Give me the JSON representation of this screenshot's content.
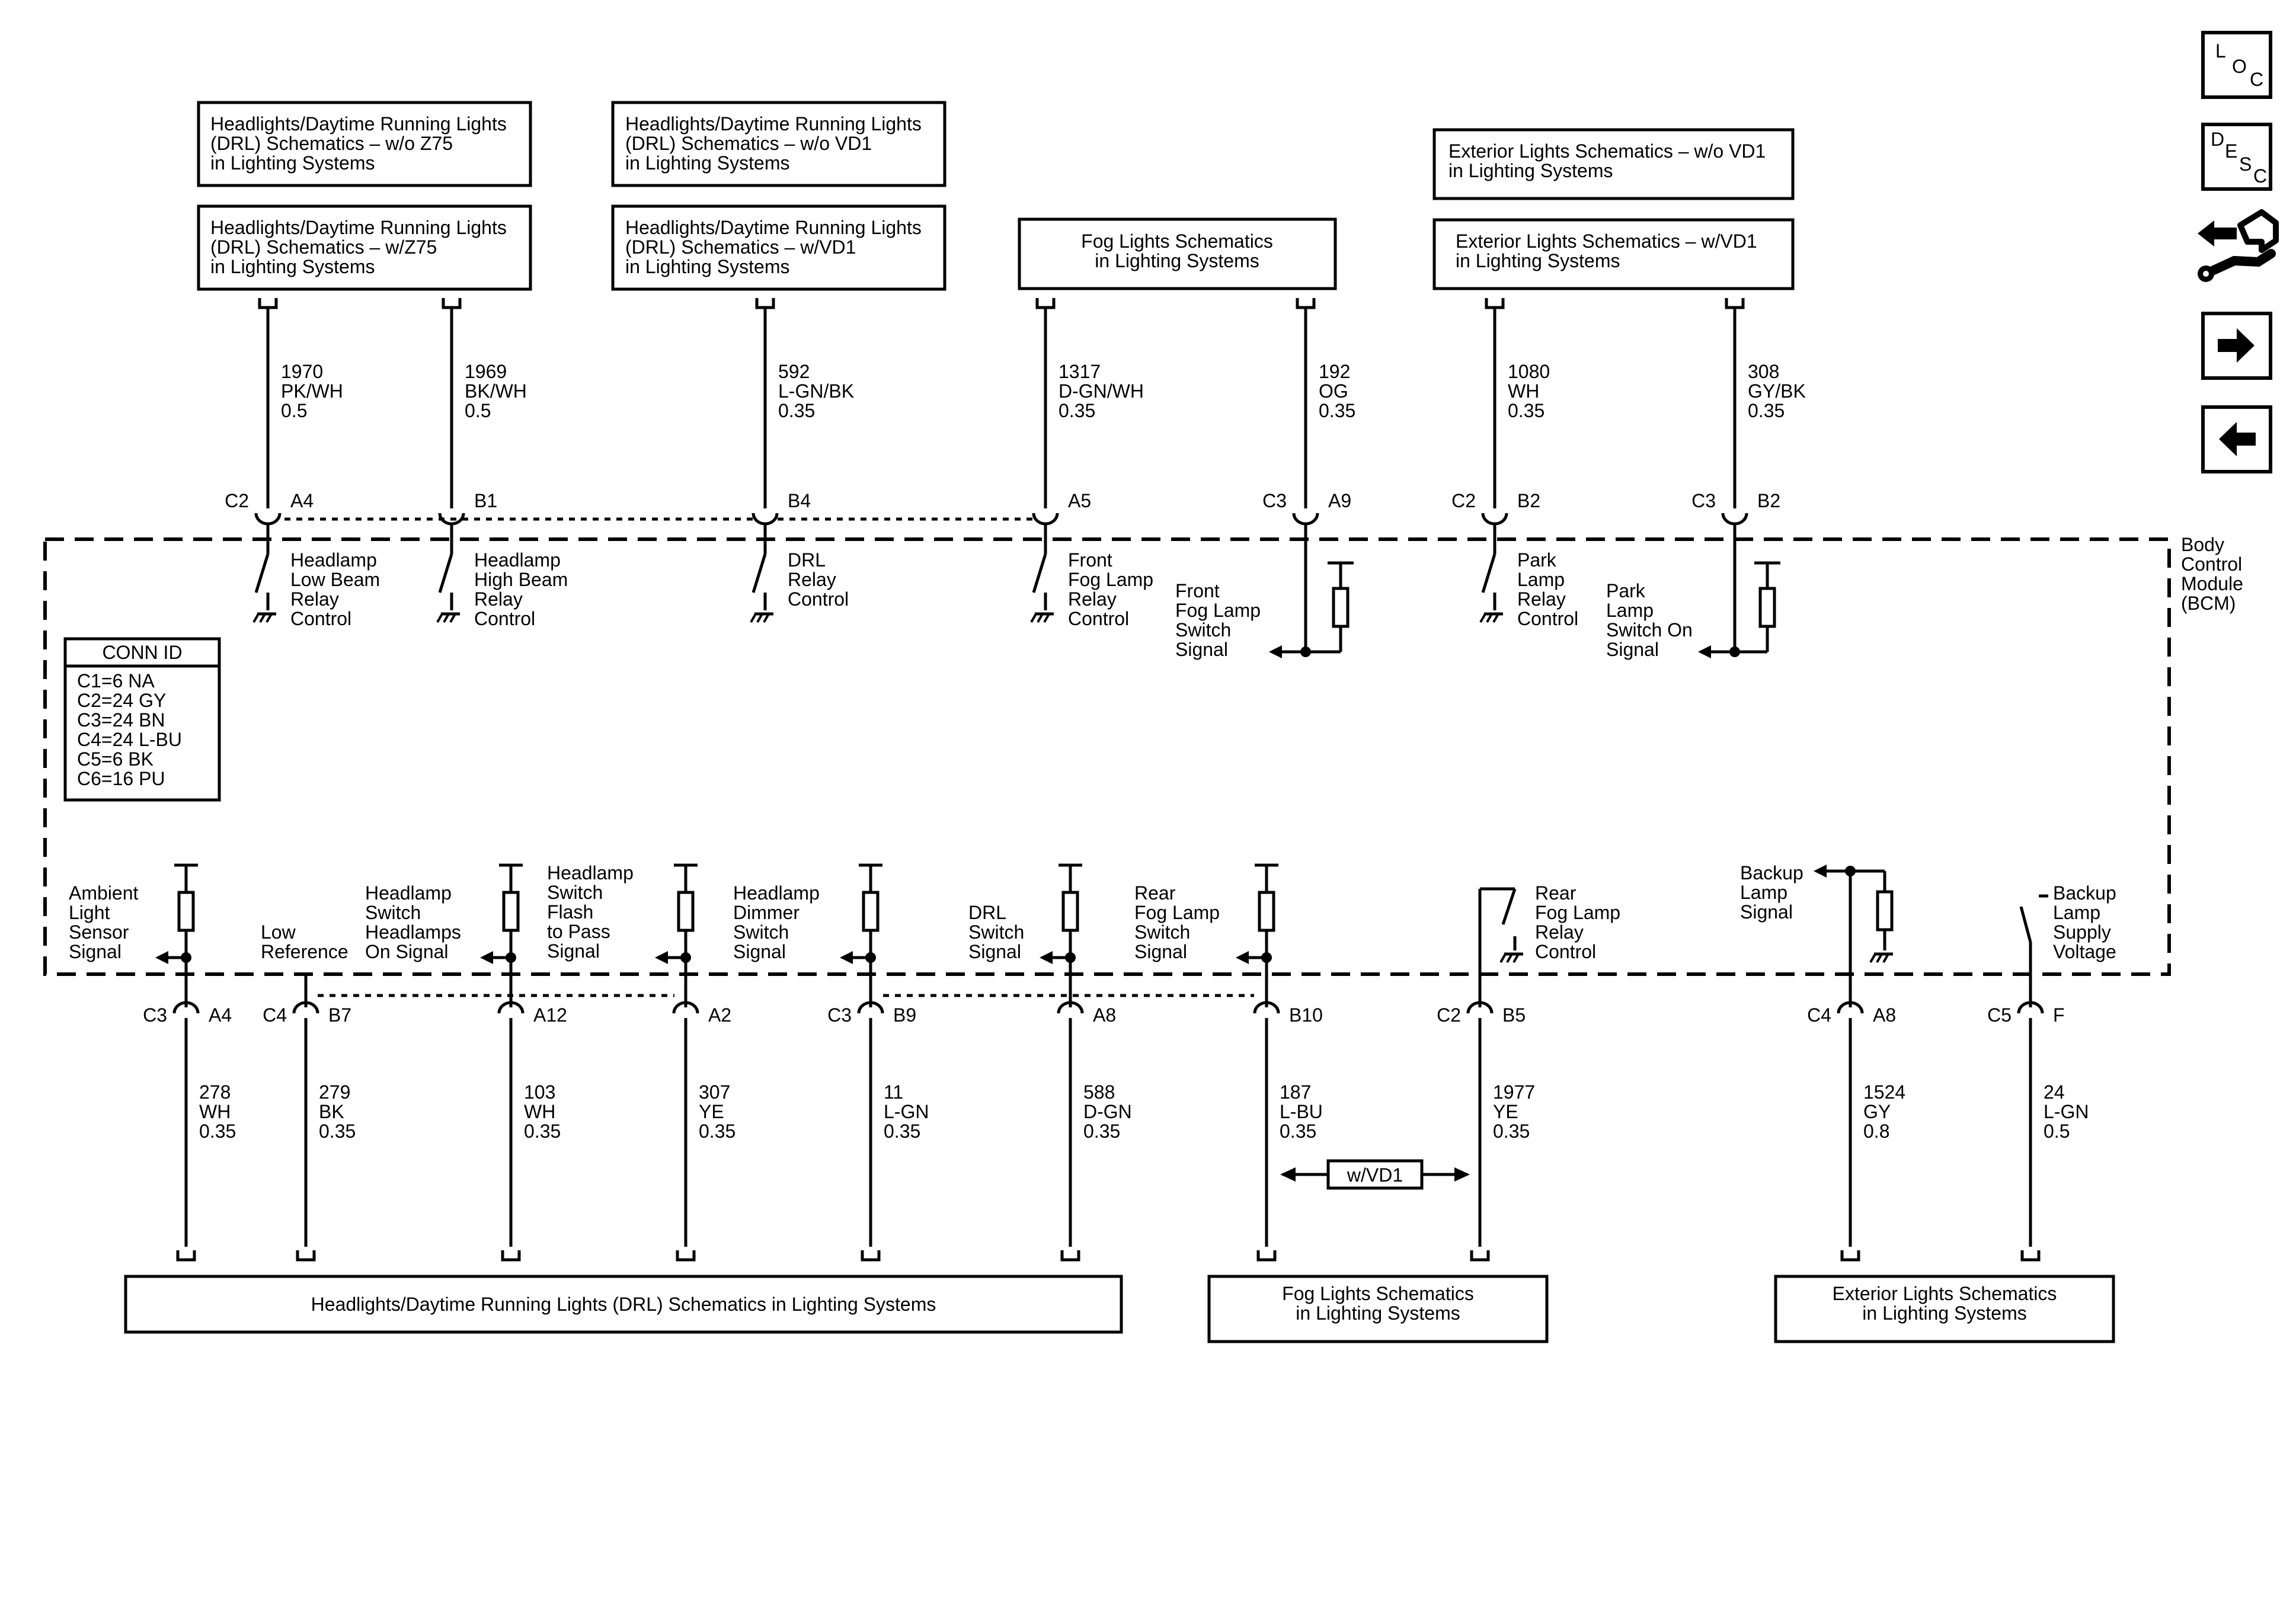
{
  "nav": {
    "loc": [
      "L",
      "O",
      "C"
    ],
    "desc": [
      "D",
      "E",
      "S",
      "C"
    ]
  },
  "bcm_label": [
    "Body",
    "Control",
    "Module",
    "(BCM)"
  ],
  "conn_id": {
    "title": "CONN ID",
    "rows": [
      "C1=6 NA",
      "C2=24 GY",
      "C3=24 BN",
      "C4=24 L-BU",
      "C5=6 BK",
      "C6=16 PU"
    ]
  },
  "top_boxes": [
    {
      "lines": [
        "Headlights/Daytime Running Lights",
        "(DRL) Schematics – w/o Z75",
        "in Lighting Systems"
      ]
    },
    {
      "lines": [
        "Headlights/Daytime Running Lights",
        "(DRL) Schematics – w/Z75",
        "in Lighting Systems"
      ]
    },
    {
      "lines": [
        "Headlights/Daytime Running Lights",
        "(DRL) Schematics – w/o VD1",
        "in Lighting Systems"
      ]
    },
    {
      "lines": [
        "Headlights/Daytime Running Lights",
        "(DRL) Schematics – w/VD1",
        "in Lighting Systems"
      ]
    },
    {
      "lines": [
        "Fog Lights Schematics",
        "in Lighting Systems"
      ]
    },
    {
      "lines": [
        "Exterior Lights Schematics – w/o VD1",
        "in Lighting Systems"
      ]
    },
    {
      "lines": [
        "Exterior Lights Schematics – w/VD1",
        "in Lighting Systems"
      ]
    }
  ],
  "top_circuits": [
    {
      "connector": "C2",
      "pin": "A4",
      "wire": [
        "1970",
        "PK/WH",
        "0.5"
      ],
      "label": [
        "Headlamp",
        "Low Beam",
        "Relay",
        "Control"
      ]
    },
    {
      "connector": "",
      "pin": "B1",
      "wire": [
        "1969",
        "BK/WH",
        "0.5"
      ],
      "label": [
        "Headlamp",
        "High Beam",
        "Relay",
        "Control"
      ]
    },
    {
      "connector": "",
      "pin": "B4",
      "wire": [
        "592",
        "L-GN/BK",
        "0.35"
      ],
      "label": [
        "DRL",
        "Relay",
        "Control"
      ]
    },
    {
      "connector": "",
      "pin": "A5",
      "wire": [
        "1317",
        "D-GN/WH",
        "0.35"
      ],
      "label": [
        "Front",
        "Fog Lamp",
        "Relay",
        "Control"
      ]
    },
    {
      "connector": "C3",
      "pin": "A9",
      "wire": [
        "192",
        "OG",
        "0.35"
      ],
      "label": [
        "Front",
        "Fog Lamp",
        "Switch",
        "Signal"
      ]
    },
    {
      "connector": "C2",
      "pin": "B2",
      "wire": [
        "1080",
        "WH",
        "0.35"
      ],
      "label": [
        "Park",
        "Lamp",
        "Relay",
        "Control"
      ]
    },
    {
      "connector": "C3",
      "pin": "B2",
      "wire": [
        "308",
        "GY/BK",
        "0.35"
      ],
      "label": [
        "Park",
        "Lamp",
        "Switch On",
        "Signal"
      ]
    }
  ],
  "bottom_circuits": [
    {
      "connector": "C3",
      "pin": "A4",
      "wire": [
        "278",
        "WH",
        "0.35"
      ],
      "label": [
        "Ambient",
        "Light",
        "Sensor",
        "Signal"
      ]
    },
    {
      "connector": "C4",
      "pin": "B7",
      "wire": [
        "279",
        "BK",
        "0.35"
      ],
      "label": [
        "Low",
        "Reference"
      ]
    },
    {
      "connector": "",
      "pin": "A12",
      "wire": [
        "103",
        "WH",
        "0.35"
      ],
      "label": [
        "Headlamp",
        "Switch",
        "Headlamps",
        "On Signal"
      ]
    },
    {
      "connector": "",
      "pin": "",
      "wire": [],
      "label": [
        "Headlamp",
        "Switch",
        "Flash",
        "to Pass",
        "Signal"
      ]
    },
    {
      "connector": "",
      "pin": "A2",
      "wire": [
        "307",
        "YE",
        "0.35"
      ],
      "label": [
        "Headlamp",
        "Dimmer",
        "Switch",
        "Signal"
      ]
    },
    {
      "connector": "C3",
      "pin": "B9",
      "wire": [
        "11",
        "L-GN",
        "0.35"
      ],
      "label": [
        "DRL",
        "Switch",
        "Signal"
      ]
    },
    {
      "connector": "",
      "pin": "A8",
      "wire": [
        "588",
        "D-GN",
        "0.35"
      ],
      "label": [
        "Rear",
        "Fog Lamp",
        "Switch",
        "Signal"
      ]
    },
    {
      "connector": "",
      "pin": "B10",
      "wire": [
        "187",
        "L-BU",
        "0.35"
      ],
      "label": []
    },
    {
      "connector": "C2",
      "pin": "B5",
      "wire": [
        "1977",
        "YE",
        "0.35"
      ],
      "label": [
        "Rear",
        "Fog Lamp",
        "Relay",
        "Control"
      ]
    },
    {
      "connector": "C4",
      "pin": "A8",
      "wire": [
        "1524",
        "GY",
        "0.8"
      ],
      "label": [
        "Backup",
        "Lamp",
        "Signal"
      ]
    },
    {
      "connector": "C5",
      "pin": "F",
      "wire": [
        "24",
        "L-GN",
        "0.5"
      ],
      "label": [
        "Backup",
        "Lamp",
        "Supply",
        "Voltage"
      ]
    }
  ],
  "option_tag": "w/VD1",
  "bottom_boxes": [
    {
      "lines": [
        "Headlights/Daytime Running Lights (DRL) Schematics in Lighting Systems"
      ]
    },
    {
      "lines": [
        "Fog Lights Schematics",
        "in Lighting Systems"
      ]
    },
    {
      "lines": [
        "Exterior Lights Schematics",
        "in Lighting Systems"
      ]
    }
  ]
}
